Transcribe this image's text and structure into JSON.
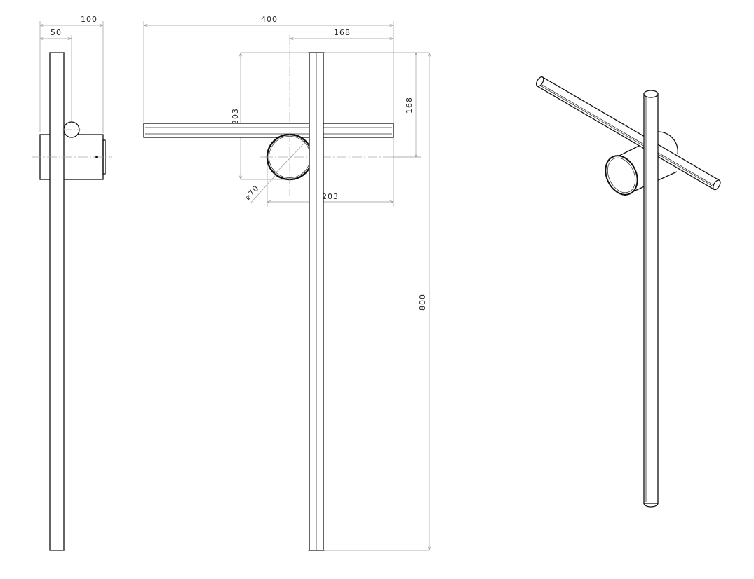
{
  "drawing": {
    "side_view": {
      "dim_total_depth": "100",
      "dim_half_depth": "50"
    },
    "front_view": {
      "dim_arm_length": "400",
      "dim_center_offset": "168",
      "dim_arm_height": "168",
      "dim_vertical_203": "203",
      "dim_horizontal_203": "203",
      "dim_diameter": "⌀70",
      "dim_total_height": "800"
    }
  }
}
